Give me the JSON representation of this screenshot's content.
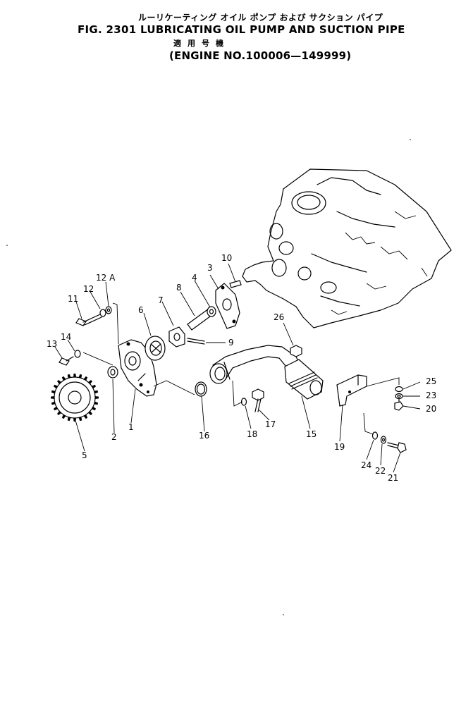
{
  "header": {
    "title_jp": "ルーリケーティング オイル ポンプ および サクション パイプ",
    "figure": "FIG. 2301  LUBRICATING OIL PUMP AND SUCTION PIPE",
    "applicable_jp": "適用号機",
    "engine_range": "(ENGINE NO.100006—149999)"
  },
  "parts": {
    "p1": "1",
    "p2": "2",
    "p3": "3",
    "p4": "4",
    "p5": "5",
    "p6": "6",
    "p7": "7",
    "p8": "8",
    "p9": "9",
    "p10": "10",
    "p11": "11",
    "p12": "12",
    "p12a": "12 A",
    "p13": "13",
    "p14": "14",
    "p15": "15",
    "p16": "16",
    "p17": "17",
    "p18": "18",
    "p19": "19",
    "p20": "20",
    "p21": "21",
    "p22": "22",
    "p23": "23",
    "p24": "24",
    "p25": "25",
    "p26": "26"
  }
}
